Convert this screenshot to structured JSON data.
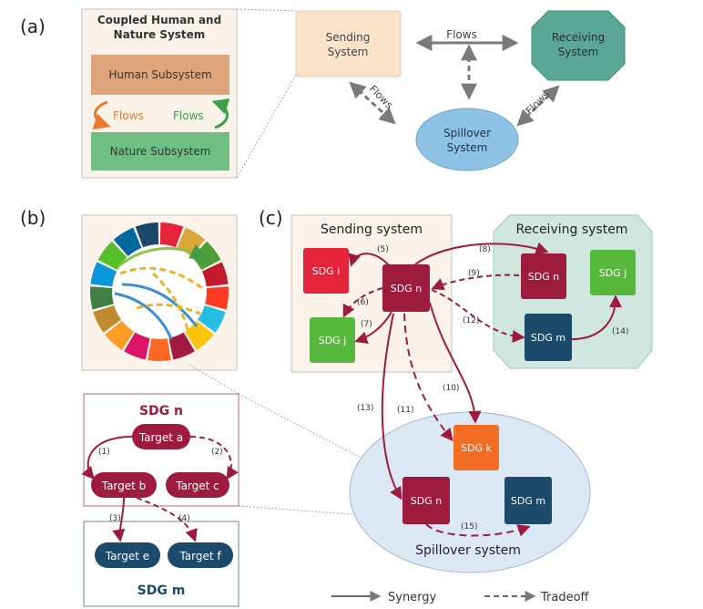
{
  "panel_labels": {
    "a": "(a)",
    "b": "(b)",
    "c": "(c)"
  },
  "panel_a": {
    "title_line1": "Coupled Human and",
    "title_line2": "Nature System",
    "human": "Human Subsystem",
    "nature": "Nature Subsystem",
    "flows_left": "Flows",
    "flows_right": "Flows",
    "sending_line1": "Sending",
    "sending_line2": "System",
    "receiving_line1": "Receiving",
    "receiving_line2": "System",
    "spillover_line1": "Spillover",
    "spillover_line2": "System",
    "flows_top": "Flows",
    "flows_diag_left": "Flows",
    "flows_diag_right": "Flows",
    "colors": {
      "human": "#dea47c",
      "nature": "#6fbf85",
      "sending": "#fbe3ca",
      "receiving": "#5aa894",
      "spillover": "#8fc3e6",
      "flows_orange": "#e8792f",
      "flows_green": "#3c9e49"
    }
  },
  "panel_b": {
    "sdg_n_title": "SDG n",
    "target_a": "Target a",
    "target_b": "Target b",
    "target_c": "Target c",
    "target_e": "Target e",
    "target_f": "Target f",
    "sdg_m_title": "SDG m",
    "l1": "(1)",
    "l2": "(2)",
    "l3": "(3)",
    "l4": "(4)",
    "colors": {
      "sdg_n": "#9e1b40",
      "sdg_m": "#1b4a6b"
    }
  },
  "panel_c": {
    "sending_title": "Sending system",
    "receiving_title": "Receiving system",
    "spillover_title": "Spillover system",
    "s_sdg_i": "SDG i",
    "s_sdg_n": "SDG n",
    "s_sdg_j": "SDG j",
    "r_sdg_n": "SDG n",
    "r_sdg_j": "SDG j",
    "r_sdg_m": "SDG m",
    "sp_sdg_k": "SDG k",
    "sp_sdg_n": "SDG n",
    "sp_sdg_m": "SDG m",
    "l5": "(5)",
    "l6": "(6)",
    "l7": "(7)",
    "l8": "(8)",
    "l9": "(9)",
    "l10": "(10)",
    "l11": "(11)",
    "l12": "(12)",
    "l13": "(13)",
    "l14": "(14)",
    "l15": "(15)",
    "colors": {
      "sdg_i": "#e3243b",
      "sdg_j": "#56b83c",
      "sdg_n": "#9e1b40",
      "sdg_m": "#1b4a6b",
      "sdg_k": "#f36d25",
      "arrow": "#9e1b40"
    }
  },
  "legend": {
    "synergy": "Synergy",
    "tradeoff": "Tradeoff"
  }
}
